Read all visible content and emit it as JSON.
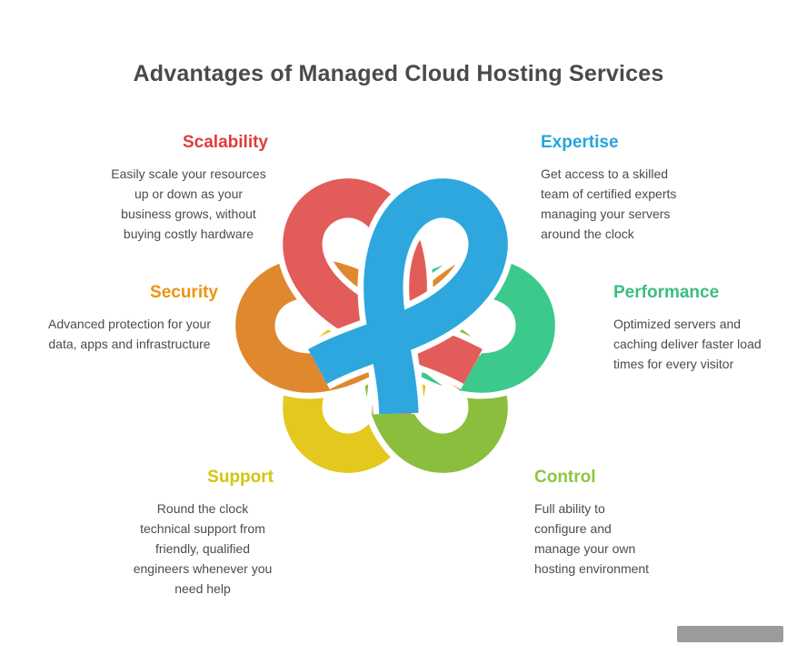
{
  "title": "Advantages of Managed Cloud Hosting Services",
  "sections": [
    {
      "id": "scalability",
      "label": "Scalability",
      "label_color": "#e03c3c",
      "body": "Easily scale your resources up or down as your business grows, without buying costly hardware"
    },
    {
      "id": "expertise",
      "label": "Expertise",
      "label_color": "#22a6db",
      "body": "Get access to a skilled team of certified experts managing your servers around the clock"
    },
    {
      "id": "security",
      "label": "Security",
      "label_color": "#ec9413",
      "body": "Advanced protection for your data, apps and infrastructure"
    },
    {
      "id": "performance",
      "label": "Performance",
      "label_color": "#3cbd81",
      "body": "Optimized servers and caching deliver faster load times for every visitor"
    },
    {
      "id": "support",
      "label": "Support",
      "label_color": "#d3c50c",
      "body": "Round the clock technical support from friendly, qualified engineers whenever you need help"
    },
    {
      "id": "control",
      "label": "Control",
      "label_color": "#8ec63f",
      "body": "Full ability to configure and manage your own hosting environment"
    }
  ],
  "knot": {
    "colors": {
      "red": "#e25c59",
      "blue": "#2da7de",
      "orange": "#e0882e",
      "emerald": "#3bc98c",
      "yellow": "#e3c91d",
      "yellowgreen": "#8cbe3d"
    }
  }
}
